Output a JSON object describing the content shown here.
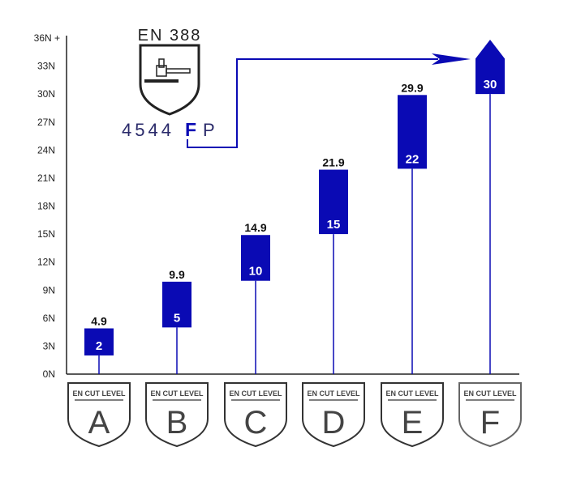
{
  "chart_data": {
    "type": "bar",
    "title": "",
    "xlabel": "",
    "ylabel": "",
    "ylim": [
      0,
      36
    ],
    "y_ticks": [
      "0N",
      "3N",
      "6N",
      "9N",
      "12N",
      "15N",
      "18N",
      "21N",
      "24N",
      "27N",
      "30N",
      "33N",
      "36N +"
    ],
    "badge_caption": "EN CUT LEVEL",
    "categories": [
      "A",
      "B",
      "C",
      "D",
      "E",
      "F"
    ],
    "ranges": [
      {
        "level": "A",
        "min": 2,
        "max": 4.9,
        "min_label": "2",
        "max_label": "4.9"
      },
      {
        "level": "B",
        "min": 5,
        "max": 9.9,
        "min_label": "5",
        "max_label": "9.9"
      },
      {
        "level": "C",
        "min": 10,
        "max": 14.9,
        "min_label": "10",
        "max_label": "14.9"
      },
      {
        "level": "D",
        "min": 15,
        "max": 21.9,
        "min_label": "15",
        "max_label": "21.9"
      },
      {
        "level": "E",
        "min": 22,
        "max": 29.9,
        "min_label": "22",
        "max_label": "29.9"
      },
      {
        "level": "F",
        "min": 30,
        "max": 36,
        "min_label": "30",
        "max_label": ""
      }
    ],
    "bar_color": "#0a0ab4",
    "logo": {
      "standard": "EN 388",
      "code_prefix": "4544",
      "code_highlight": "F",
      "code_suffix": "P"
    }
  }
}
